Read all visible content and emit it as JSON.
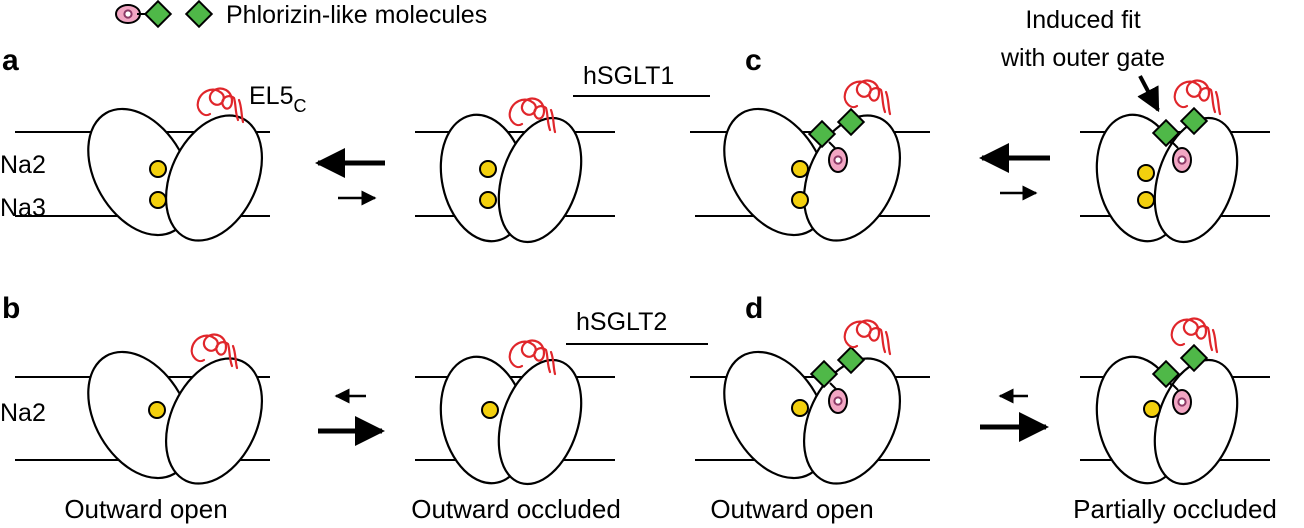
{
  "legend": {
    "text": "Phlorizin-like molecules"
  },
  "panels": {
    "a": "a",
    "b": "b",
    "c": "c",
    "d": "d"
  },
  "proteins": {
    "top": "hSGLT1",
    "bottom": "hSGLT2"
  },
  "labels": {
    "loop_main": "EL5",
    "loop_sub": "C",
    "na2": "Na2",
    "na3": "Na3",
    "na2_b": "Na2",
    "induced_line1": "Induced fit",
    "induced_line2": "with outer gate"
  },
  "captions": {
    "b_left": "Outward open",
    "b_right": "Outward occluded",
    "d_left": "Outward open",
    "d_right": "Partially occluded"
  },
  "colors": {
    "loop": "#e0262b",
    "sodium": "#f3d00e",
    "aglycone": "#4fb848",
    "glucose_ring": "#f2a6c3",
    "glucose_core": "#8b3a66",
    "stroke": "#000000"
  },
  "icons": [
    "sodium-ion-icon",
    "phlorizin-glucose-icon",
    "phlorizin-aglycone-icon",
    "el5c-loop-icon"
  ]
}
